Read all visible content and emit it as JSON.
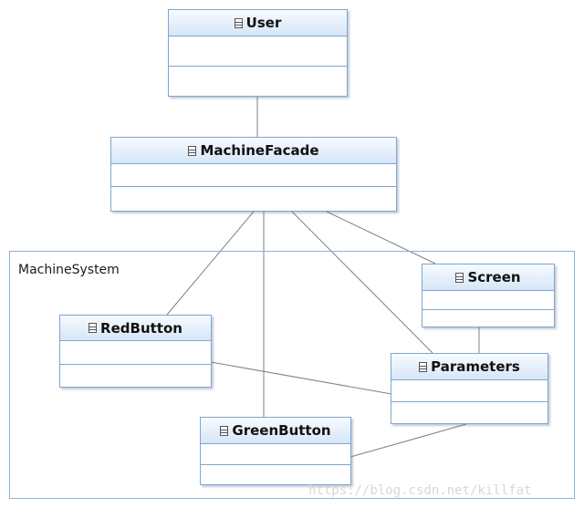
{
  "package": {
    "label": "MachineSystem"
  },
  "classes": {
    "user": {
      "name": "User"
    },
    "machine_facade": {
      "name": "MachineFacade"
    },
    "screen": {
      "name": "Screen"
    },
    "red_button": {
      "name": "RedButton"
    },
    "parameters": {
      "name": "Parameters"
    },
    "green_button": {
      "name": "GreenButton"
    }
  },
  "associations": [
    {
      "from": "User",
      "to": "MachineFacade"
    },
    {
      "from": "MachineFacade",
      "to": "RedButton"
    },
    {
      "from": "MachineFacade",
      "to": "GreenButton"
    },
    {
      "from": "MachineFacade",
      "to": "Parameters"
    },
    {
      "from": "MachineFacade",
      "to": "Screen"
    },
    {
      "from": "Screen",
      "to": "Parameters"
    },
    {
      "from": "RedButton",
      "to": "Parameters"
    },
    {
      "from": "GreenButton",
      "to": "Parameters"
    }
  ],
  "watermark": "https://blog.csdn.net/killfat",
  "colors": {
    "border": "#7ea7cf",
    "header_top": "#f7fbff",
    "header_bottom": "#d6e6f7",
    "link": "#808080"
  }
}
